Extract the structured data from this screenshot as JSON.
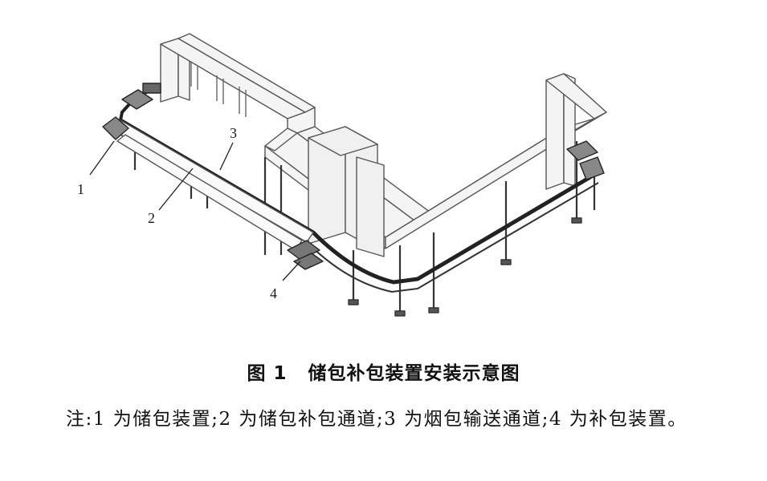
{
  "figure": {
    "callouts": [
      "1",
      "2",
      "3",
      "4"
    ]
  },
  "caption": {
    "number": "图 1",
    "title": "储包补包装置安装示意图"
  },
  "note": {
    "text": "注:1 为储包装置;2 为储包补包通道;3 为烟包输送通道;4 为补包装置。"
  }
}
